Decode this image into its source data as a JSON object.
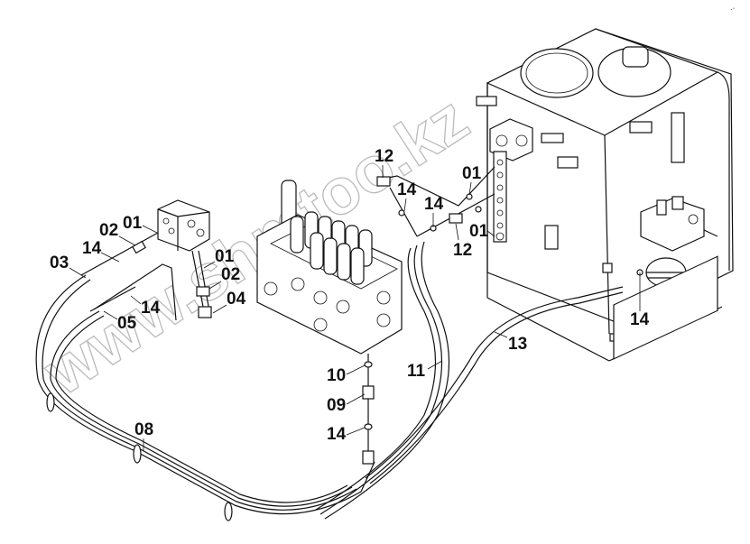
{
  "diagram": {
    "type": "exploded parts diagram",
    "subject": "Hydraulic tank, control valve block, pilot valve and hose routing",
    "watermark": "www.shmtoo.kz",
    "corner_mark": "..",
    "colors": {
      "line": "#111111",
      "background": "#ffffff",
      "watermark": "#bbbbbb"
    }
  },
  "callouts": [
    {
      "id": "01",
      "label": "01",
      "part": "o-ring"
    },
    {
      "id": "02",
      "label": "02",
      "part": "connector"
    },
    {
      "id": "14",
      "label": "14",
      "part": "o-ring"
    },
    {
      "id": "03",
      "label": "03",
      "part": "hose"
    },
    {
      "id": "05",
      "label": "05",
      "part": "hose"
    },
    {
      "id": "14b",
      "label": "14",
      "part": "o-ring"
    },
    {
      "id": "01b",
      "label": "01",
      "part": "o-ring"
    },
    {
      "id": "02b",
      "label": "02",
      "part": "connector"
    },
    {
      "id": "04",
      "label": "04",
      "part": "tee fitting"
    },
    {
      "id": "12",
      "label": "12",
      "part": "elbow fitting"
    },
    {
      "id": "14c",
      "label": "14",
      "part": "o-ring"
    },
    {
      "id": "14d",
      "label": "14",
      "part": "o-ring"
    },
    {
      "id": "01c",
      "label": "01",
      "part": "o-ring"
    },
    {
      "id": "01d",
      "label": "01",
      "part": "o-ring"
    },
    {
      "id": "12b",
      "label": "12",
      "part": "elbow fitting"
    },
    {
      "id": "10",
      "label": "10",
      "part": "o-ring"
    },
    {
      "id": "09",
      "label": "09",
      "part": "connector"
    },
    {
      "id": "14e",
      "label": "14",
      "part": "o-ring"
    },
    {
      "id": "11",
      "label": "11",
      "part": "hose"
    },
    {
      "id": "13",
      "label": "13",
      "part": "hose"
    },
    {
      "id": "14f",
      "label": "14",
      "part": "o-ring"
    },
    {
      "id": "08",
      "label": "08",
      "part": "hose bundle clamp"
    }
  ]
}
